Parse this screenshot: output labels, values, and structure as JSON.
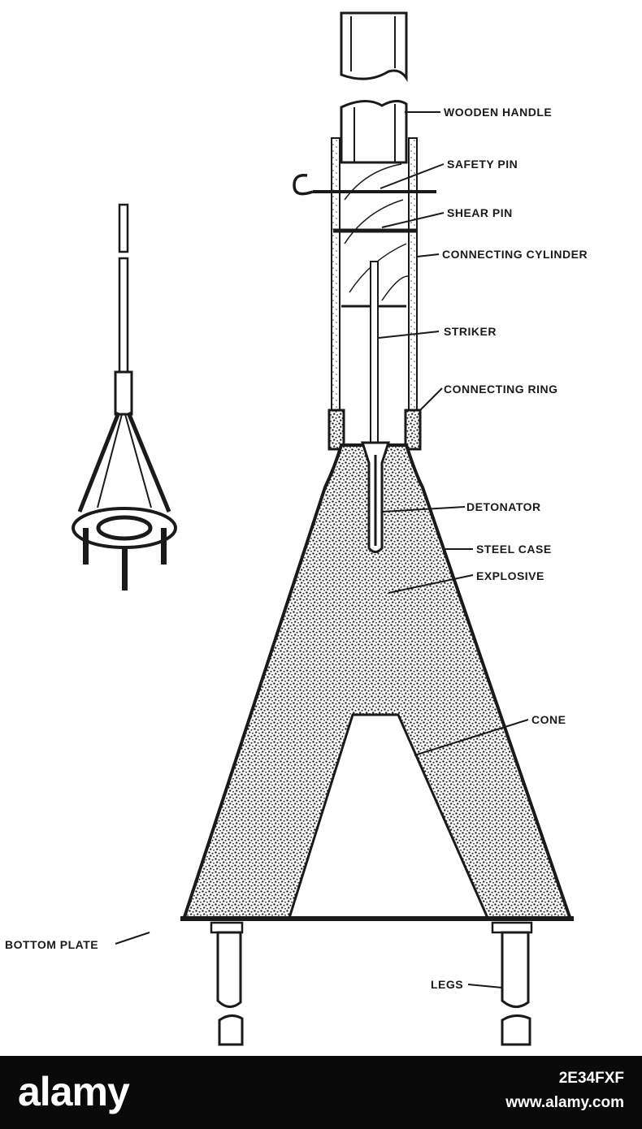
{
  "diagram": {
    "labels": {
      "wooden_handle": "WOODEN HANDLE",
      "safety_pin": "SAFETY PIN",
      "shear_pin": "SHEAR PIN",
      "connecting_cylinder": "CONNECTING CYLINDER",
      "striker": "STRIKER",
      "connecting_ring": "CONNECTING RING",
      "detonator": "DETONATOR",
      "steel_case": "STEEL CASE",
      "explosive": "EXPLOSIVE",
      "cone": "CONE",
      "bottom_plate": "BOTTOM PLATE",
      "legs": "LEGS"
    }
  },
  "watermark": {
    "brand": "alamy",
    "image_id": "2E34FXF",
    "site": "www.alamy.com"
  },
  "colors": {
    "ink": "#1a1a1a",
    "paper": "#ffffff",
    "footer": "#0a0a0a"
  }
}
